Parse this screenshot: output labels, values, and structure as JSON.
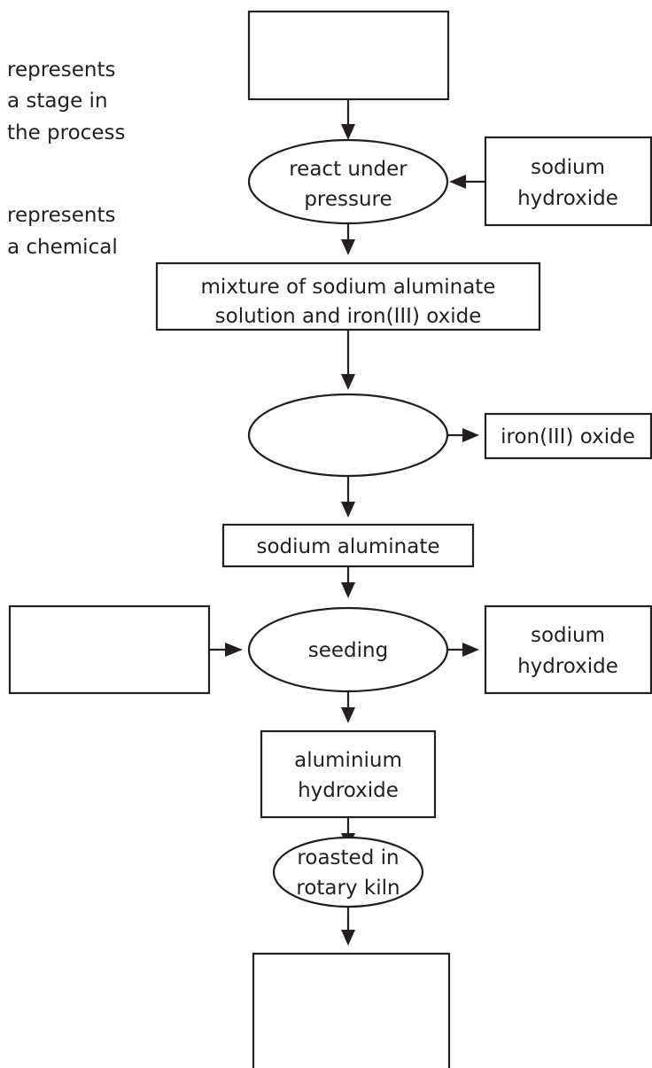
{
  "legend": {
    "stage_lines": [
      "represents",
      "a stage in",
      "the process"
    ],
    "chemical_lines": [
      "represents",
      "a chemical"
    ]
  },
  "nodes": {
    "top_blank_box": {
      "lines": []
    },
    "react_under_pressure": {
      "lines": [
        "react under",
        "pressure"
      ]
    },
    "sodium_hydroxide_input": {
      "lines": [
        "sodium",
        "hydroxide"
      ]
    },
    "mixture_box": {
      "lines": [
        "mixture of sodium aluminate",
        "solution and iron(III) oxide"
      ]
    },
    "blank_stage": {
      "lines": []
    },
    "iron_oxide_box": {
      "lines": [
        "iron(III) oxide"
      ]
    },
    "sodium_aluminate_box": {
      "lines": [
        "sodium aluminate"
      ]
    },
    "left_blank_box": {
      "lines": []
    },
    "seeding": {
      "lines": [
        "seeding"
      ]
    },
    "sodium_hydroxide_output": {
      "lines": [
        "sodium",
        "hydroxide"
      ]
    },
    "aluminium_hydroxide_box": {
      "lines": [
        "aluminium",
        "hydroxide"
      ]
    },
    "roasted_stage": {
      "lines": [
        "roasted in",
        "rotary kiln"
      ]
    },
    "bottom_blank_box": {
      "lines": []
    }
  },
  "colors": {
    "ink": "#231f20",
    "background": "#ffffff"
  }
}
